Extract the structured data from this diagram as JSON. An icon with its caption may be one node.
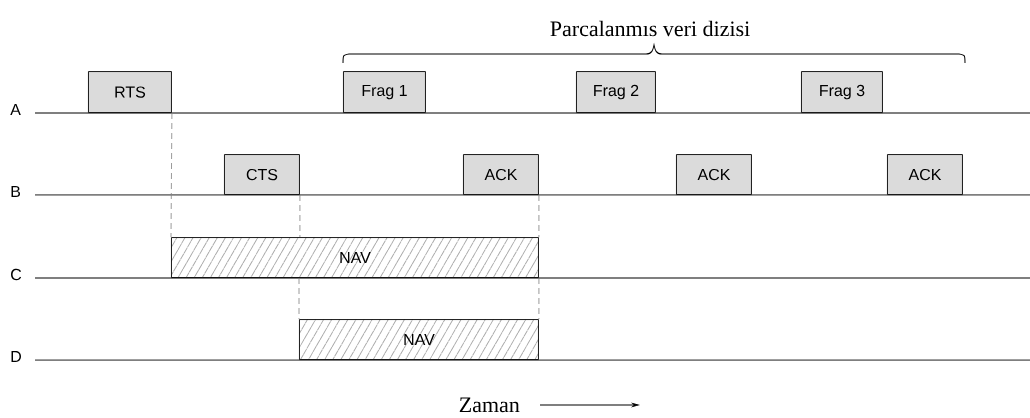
{
  "diagram": {
    "nodes": [
      {
        "text": [
          "RTS"
        ]
      },
      {
        "text": [
          "Frag 1"
        ]
      },
      {
        "text": [
          "Frag 2"
        ]
      },
      {
        "text": [
          "Frag 3"
        ]
      },
      {
        "text": [
          "CTS"
        ]
      },
      {
        "text": [
          "ACK"
        ]
      },
      {
        "text": [
          "ACK"
        ]
      },
      {
        "text": [
          "ACK"
        ]
      },
      {
        "text": [
          "NAV"
        ]
      },
      {
        "text": [
          "NAV"
        ]
      }
    ],
    "edges": [
      {
        "from": 0,
        "to": 8,
        "arrow": "none",
        "style": "dashed"
      },
      {
        "from": 4,
        "to": 8,
        "arrow": "none",
        "style": "dashed"
      },
      {
        "from": 8,
        "to": 9,
        "arrow": "none",
        "style": "dashed"
      },
      {
        "from": 5,
        "to": 8,
        "arrow": "none",
        "style": "dashed"
      },
      {
        "from": 8,
        "to": 9,
        "arrow": "none",
        "style": "dashed"
      }
    ],
    "labels": [
      "Parcalanmıs veri dizisi",
      "A",
      "B",
      "C",
      "D",
      "Zaman"
    ]
  }
}
